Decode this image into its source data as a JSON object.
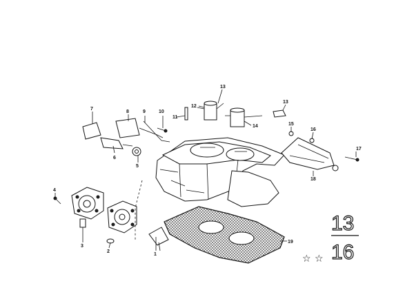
{
  "diagram": {
    "callouts": [
      "1",
      "2",
      "3",
      "4",
      "5",
      "6",
      "7",
      "8",
      "9",
      "10",
      "11",
      "12",
      "13",
      "13",
      "14",
      "15",
      "16",
      "17",
      "18",
      "19"
    ],
    "group_top": "13",
    "group_bottom": "16",
    "stars": [
      "☆",
      "☆"
    ]
  }
}
